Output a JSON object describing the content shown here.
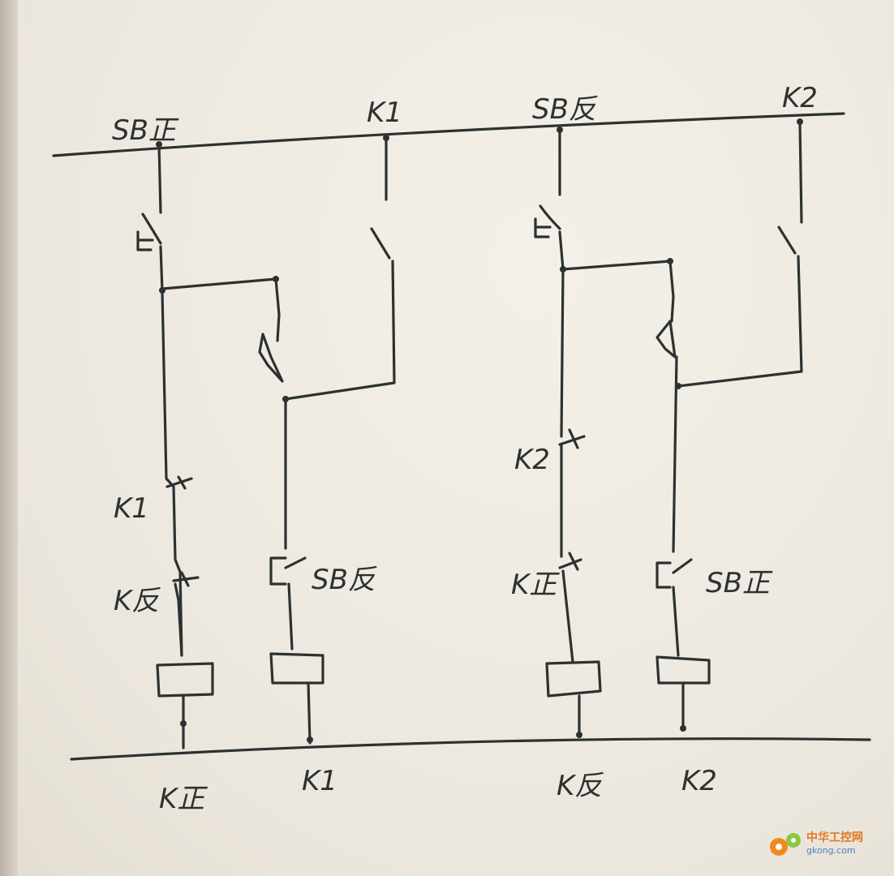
{
  "diagram": {
    "labels": {
      "sb_forward_top": "SB正",
      "k1_top": "K1",
      "sb_reverse_top": "SB反",
      "k2_top": "K2",
      "k1_interlock_left": "K1",
      "k_reverse_left": "K反",
      "sb_reverse_mid": "SB反",
      "k2_interlock_right": "K2",
      "k_forward_right": "K正",
      "sb_forward_mid": "SB正",
      "coil_k_forward": "K正",
      "coil_k1": "K1",
      "coil_k_reverse": "K反",
      "coil_k2": "K2"
    }
  },
  "watermark": {
    "name": "中华工控网",
    "url": "gkong.com",
    "colors": {
      "gear_orange": "#f08a1c",
      "gear_green": "#8cc63f"
    }
  },
  "colors": {
    "paper": "#efeae2",
    "ink": "#2c3232"
  }
}
